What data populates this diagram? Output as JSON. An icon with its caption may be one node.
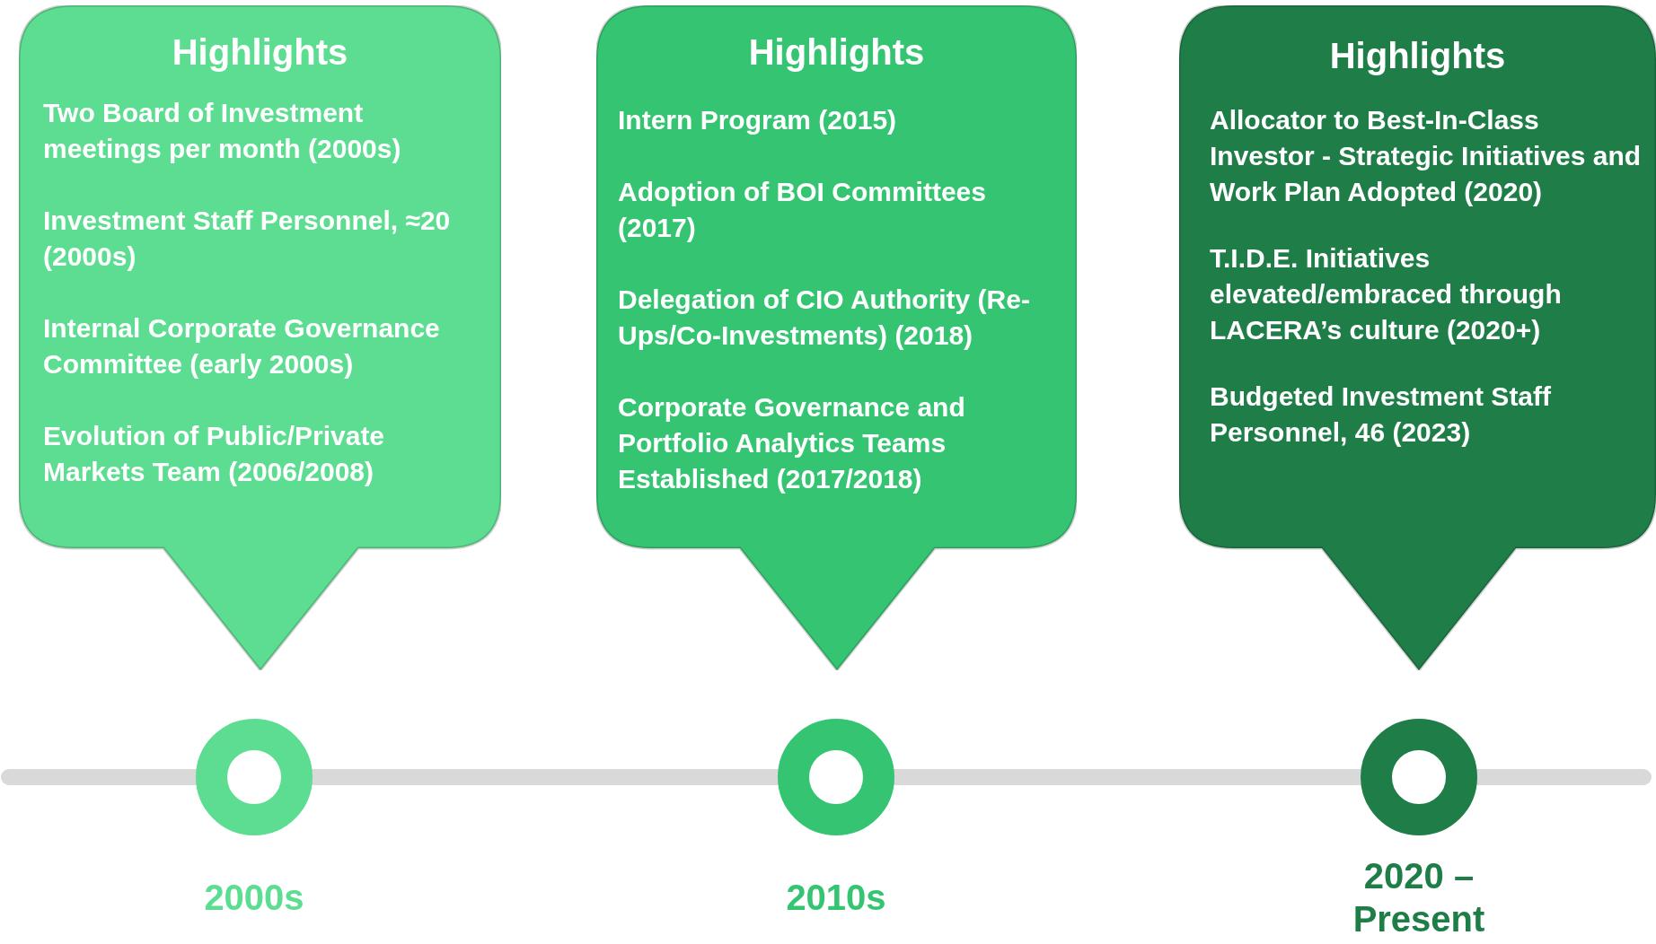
{
  "diagram": {
    "nodes": [
      {
        "text": [
          "Highlights",
          "Two Board of Investment meetings per month (2000s)",
          "Investment Staff Personnel, ≈20 (2000s)",
          "Internal Corporate Governance Committee (early 2000s)",
          "Evolution of Public/Private Markets Team (2006/2008)"
        ]
      },
      {
        "text": [
          "Highlights",
          "Intern Program (2015)",
          "Adoption of BOI Committees (2017)",
          "Delegation of CIO Authority (Re-Ups/Co-Investments) (2018)",
          "Corporate Governance and Portfolio Analytics Teams Established (2017/2018)"
        ]
      },
      {
        "text": [
          "Highlights",
          "Allocator to Best-In-Class Investor - Strategic Initiatives and Work Plan Adopted (2020)",
          "T.I.D.E. Initiatives elevated/embraced through LACERA’s culture (2020+)",
          "Budgeted Investment Staff Personnel, 46 (2023)"
        ]
      },
      {
        "text": [],
        "shape": "circle",
        "beside": [
          "2000s"
        ]
      },
      {
        "text": [],
        "shape": "circle",
        "beside": [
          "2010s"
        ]
      },
      {
        "text": [],
        "shape": "circle",
        "beside": [
          "2020 – Present"
        ]
      }
    ]
  }
}
